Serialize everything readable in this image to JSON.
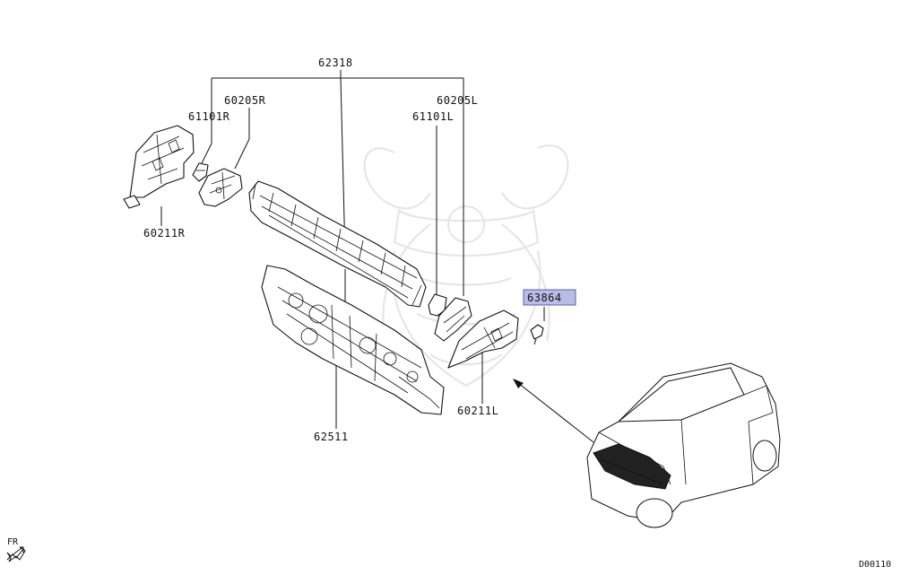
{
  "labels": {
    "p62318": "62318",
    "p60205r": "60205R",
    "p61101r": "61101R",
    "p60211r": "60211R",
    "p60205l": "60205L",
    "p61101l": "61101L",
    "p63864": "63864",
    "p60211l": "60211L",
    "p62511": "62511",
    "fr": "FR",
    "code": "D00110"
  },
  "colors": {
    "highlight_fill": "#b9bde6",
    "highlight_border": "#5a5fa8",
    "line": "#111111",
    "watermark": "#e6e6e6"
  },
  "icons": {
    "front_arrow": "front-direction-arrow-icon",
    "watermark": "samurai-helmet-watermark"
  }
}
